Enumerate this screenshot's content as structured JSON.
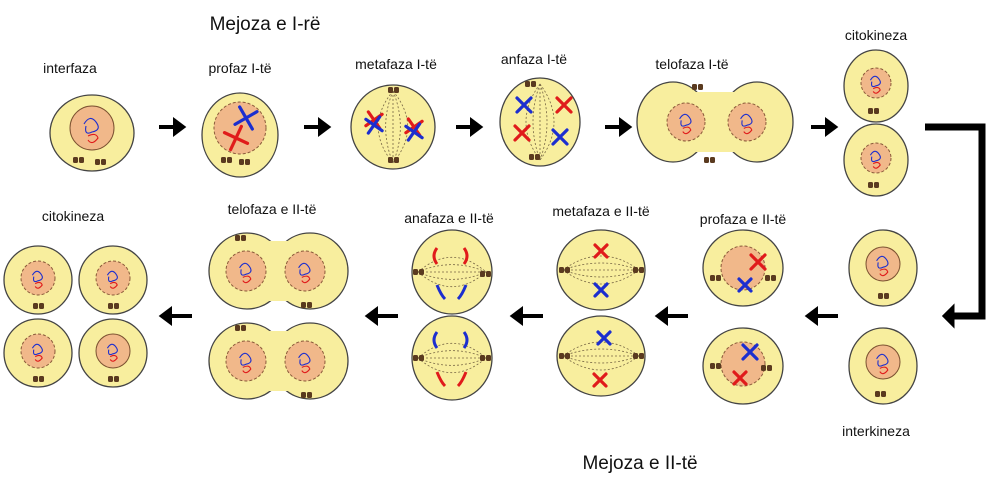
{
  "titles": {
    "meiosis_1": "Mejoza e I-rë",
    "meiosis_2": "Mejoza e II-të"
  },
  "stages": {
    "interfaza": "interfaza",
    "profaza_1": "profaz I-të",
    "metafaza_1": "metafaza I-të",
    "anafaza_1": "anfaza I-të",
    "telofaza_1": "telofaza I-të",
    "citokineza_1": "citokineza",
    "interkineza": "interkineza",
    "profaza_2": "profaza e II-të",
    "metafaza_2": "metafaza e II-të",
    "anafaza_2": "anafaza e II-të",
    "telofaza_2": "telofaza e II-të",
    "citokineza_2": "citokineza"
  },
  "colors": {
    "cell_fill": "#f8ee9e",
    "cell_stroke": "#444444",
    "nucleus_fill": "#f1b88a",
    "chromosome_red": "#e01b1b",
    "chromosome_blue": "#1c2ecf",
    "centriole": "#5a3a1f",
    "arrow": "#000000"
  }
}
